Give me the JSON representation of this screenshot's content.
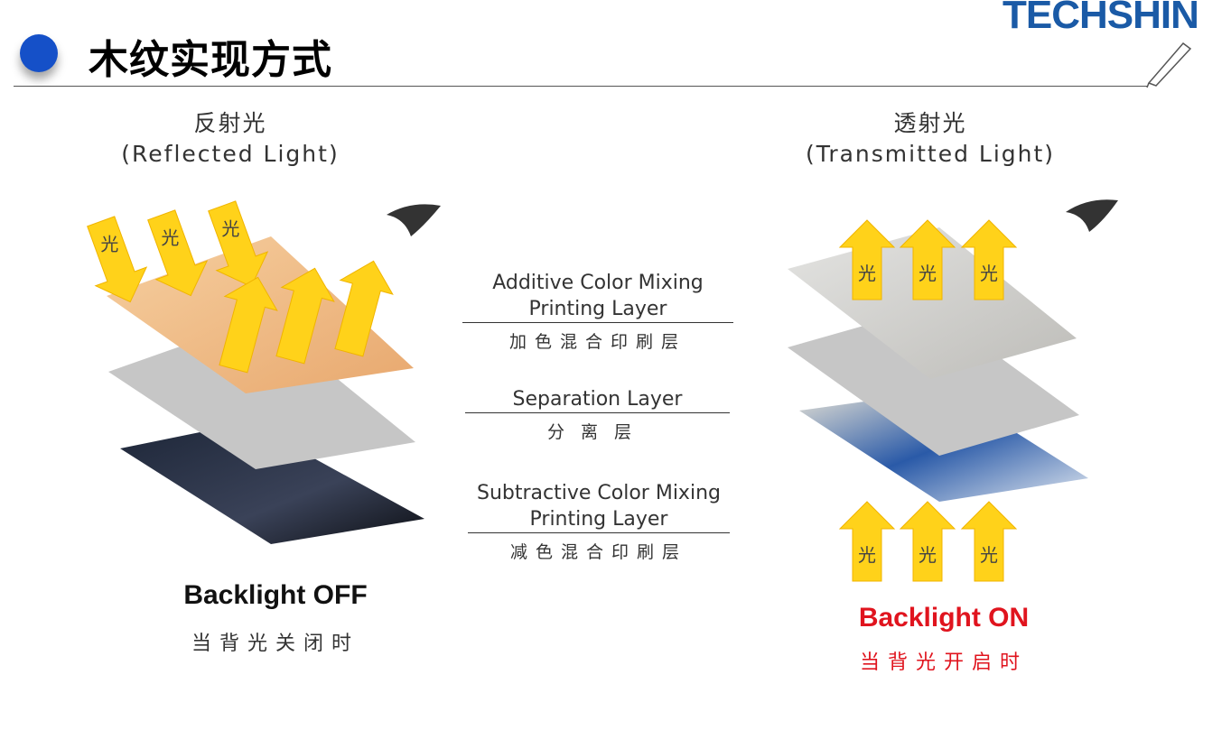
{
  "header": {
    "title": "木纹实现方式",
    "logo": "TECHSHIN"
  },
  "left": {
    "title_cn": "反射光",
    "title_en": "(Reflected Light)",
    "state_en": "Backlight OFF",
    "state_cn": "当背光关闭时"
  },
  "right": {
    "title_cn": "透射光",
    "title_en": "(Transmitted Light)",
    "state_en": "Backlight ON",
    "state_cn": "当背光开启时"
  },
  "layers": [
    {
      "en1": "Additive Color Mixing",
      "en2": "Printing Layer",
      "cn": "加色混合印刷层"
    },
    {
      "en1": "Separation Layer",
      "en2": "",
      "cn": "分离层"
    },
    {
      "en1": "Subtractive Color Mixing",
      "en2": "Printing Layer",
      "cn": "减色混合印刷层"
    }
  ],
  "arrow_char": "光",
  "colors": {
    "accent": "#1550c8",
    "logo": "#1a5aa6",
    "on": "#e0141e",
    "arrow": "#ffd21a"
  }
}
